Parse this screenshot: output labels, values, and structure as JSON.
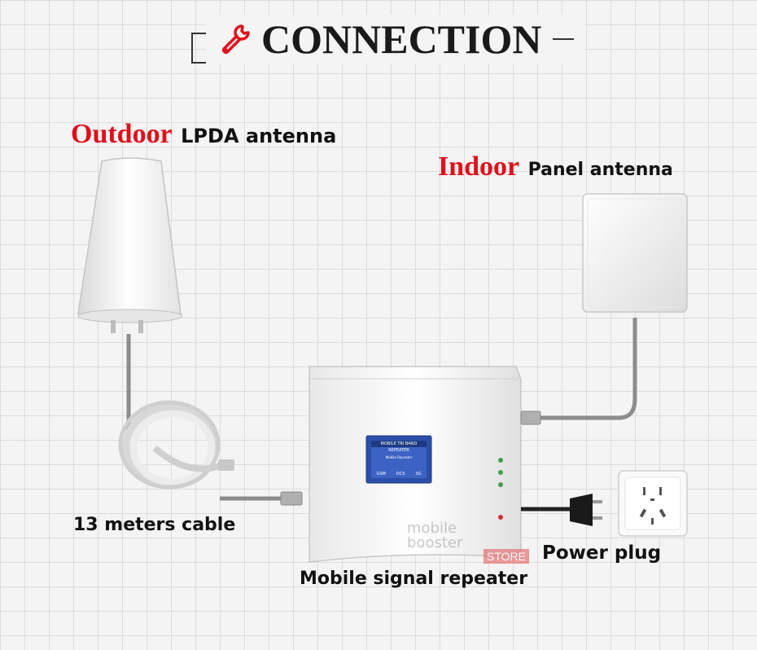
{
  "title": "CONNECTION",
  "outdoor": {
    "highlight": "Outdoor",
    "label": "LPDA antenna"
  },
  "indoor": {
    "highlight": "Indoor",
    "label": "Panel antenna"
  },
  "cable_label": "13 meters cable",
  "repeater_label": "Mobile signal repeater",
  "plug_label": "Power plug",
  "repeater_screen": {
    "title": "MOBILE TRI BAND REPEATER",
    "subtitle": "Mobile Repeater",
    "bands": [
      "GSM",
      "DCS",
      "3G"
    ]
  },
  "watermark": {
    "line1": "mobile",
    "line2": "booster",
    "store": "STORE"
  },
  "colors": {
    "accent_red": "#e0101a",
    "grid": "#dcdcdc",
    "cable": "#888888",
    "screen_blue": "#2b4fa8"
  }
}
